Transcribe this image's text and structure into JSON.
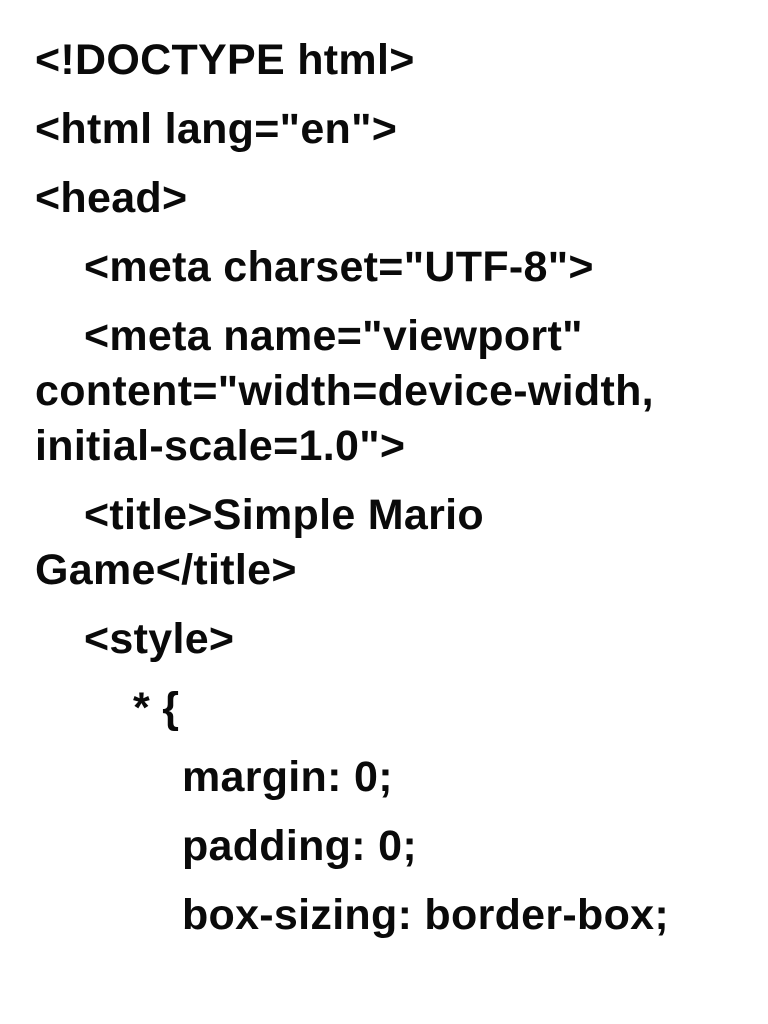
{
  "page": {
    "background_color": "#ffffff",
    "text_color": "#0a0a0a"
  },
  "code_listing": {
    "language": "html",
    "document_title_shown_in_code": "Simple Mario Game",
    "lines": [
      {
        "text": "<!DOCTYPE html>",
        "continuation": false
      },
      {
        "text": "<html lang=\"en\">",
        "continuation": false
      },
      {
        "text": "<head>",
        "continuation": false
      },
      {
        "text": "    <meta charset=\"UTF-8\">",
        "continuation": false
      },
      {
        "text": "    <meta name=\"viewport\"",
        "continuation": false
      },
      {
        "text": "content=\"width=device-width,",
        "continuation": true
      },
      {
        "text": "initial-scale=1.0\">",
        "continuation": true
      },
      {
        "text": "    <title>Simple Mario",
        "continuation": false
      },
      {
        "text": "Game</title>",
        "continuation": true
      },
      {
        "text": "    <style>",
        "continuation": false
      },
      {
        "text": "        * {",
        "continuation": false
      },
      {
        "text": "            margin: 0;",
        "continuation": false
      },
      {
        "text": "            padding: 0;",
        "continuation": false
      },
      {
        "text": "            box-sizing: border-box;",
        "continuation": false
      }
    ]
  }
}
